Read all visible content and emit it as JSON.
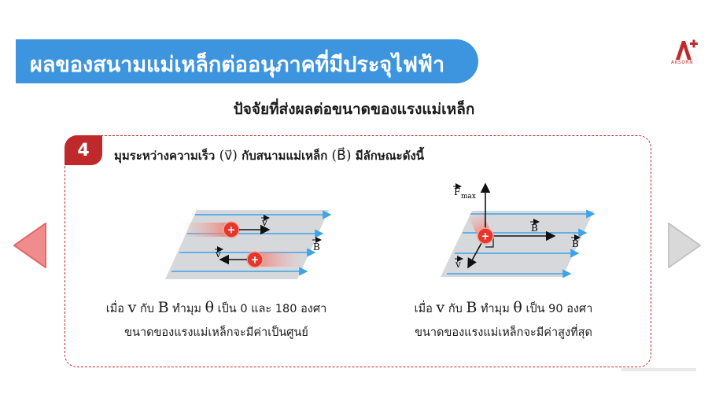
{
  "header": {
    "title": "ผลของสนามแม่เหล็กต่ออนุภาคที่มีประจุไฟฟ้า",
    "logo_text": "AKSORN"
  },
  "subtitle": "ปัจจัยที่ส่งผลต่อขนาดของแรงแม่เหล็ก",
  "card": {
    "number": "4",
    "heading_prefix": "มุมระหว่างความเร็ว",
    "heading_v": "(v⃗)",
    "heading_mid": "กับสนามแม่เหล็ก",
    "heading_b": "(B⃗)",
    "heading_suffix": "มีลักษณะดังนี้"
  },
  "left_diagram": {
    "charge_sign": "+",
    "v_label": "v",
    "b_label": "B",
    "caption_line1_prefix": "เมื่อ",
    "caption_v": "v",
    "caption_with": "กับ",
    "caption_b": "B",
    "caption_angle_text": "ทำมุม",
    "caption_theta": "θ",
    "caption_values": "เป็น 0 และ 180 องศา",
    "caption_line2": "ขนาดของแรงแม่เหล็กจะมีค่าเป็นศูนย์"
  },
  "right_diagram": {
    "charge_sign": "+",
    "f_label": "F",
    "f_sub": "max",
    "v_label": "v",
    "b_label": "B",
    "caption_line1_prefix": "เมื่อ",
    "caption_v": "v",
    "caption_with": "กับ",
    "caption_b": "B",
    "caption_angle_text": "ทำมุม",
    "caption_theta": "θ",
    "caption_values": "เป็น 90 องศา",
    "caption_line2": "ขนาดของแรงแม่เหล็กจะมีค่าสูงที่สุด"
  },
  "colors": {
    "banner": "#3d95df",
    "accent_red": "#c0292b",
    "field_line": "#3da4e6",
    "plane": "#d6d8dc",
    "nav_left": "#f08c8c",
    "nav_right": "#d9d9d9"
  }
}
